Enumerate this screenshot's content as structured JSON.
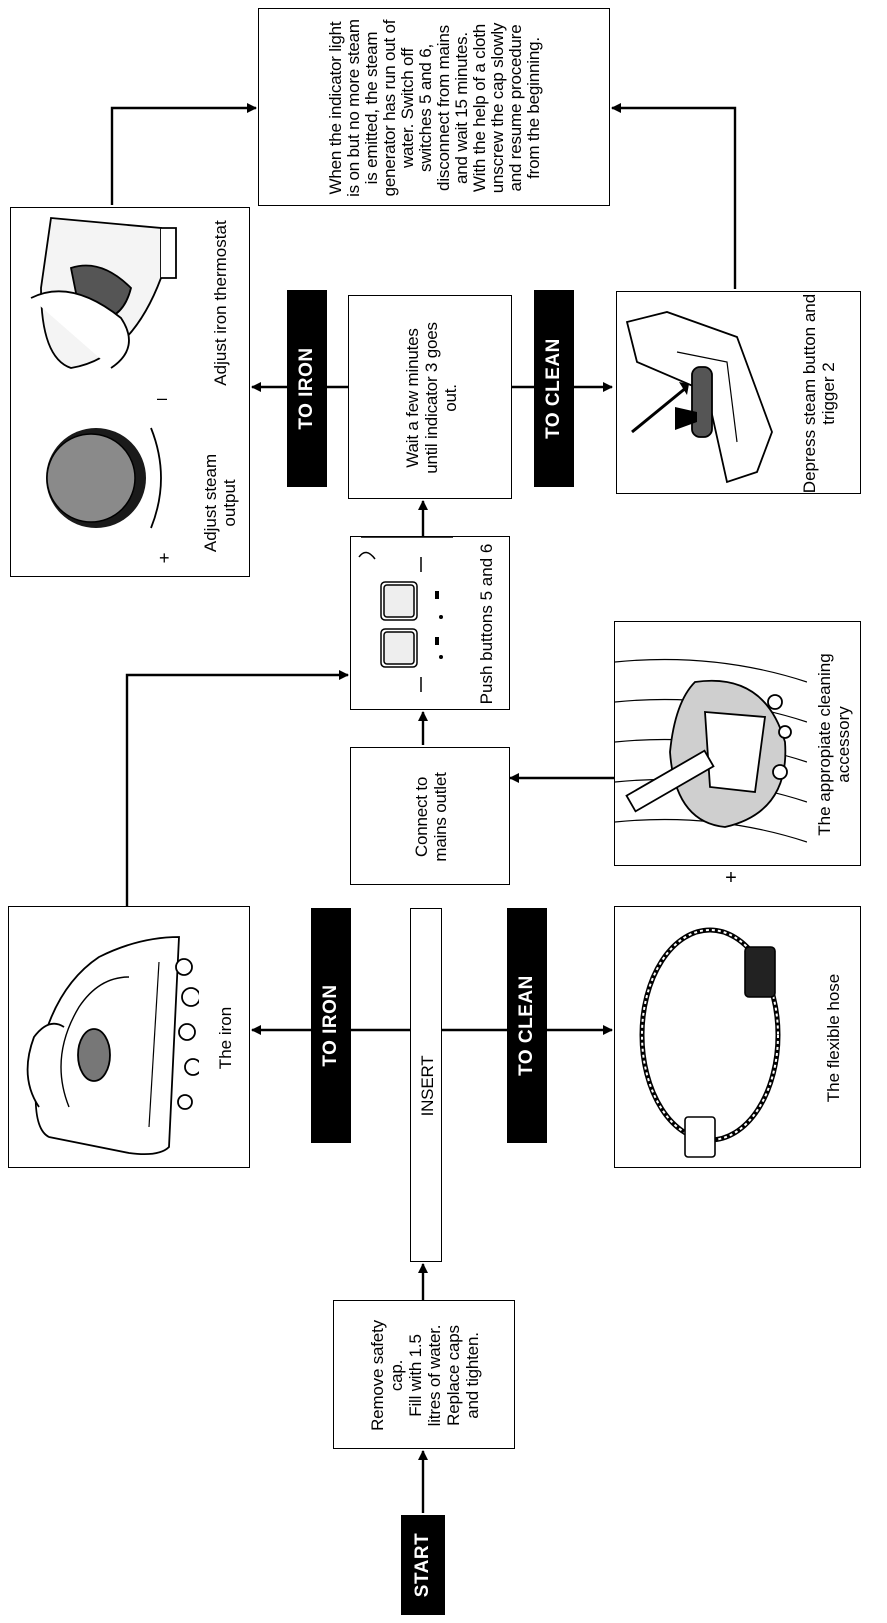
{
  "labels": {
    "start": "START",
    "to_iron_1": "TO IRON",
    "to_clean_1": "TO CLEAN",
    "to_iron_2": "TO IRON",
    "to_clean_2": "TO CLEAN"
  },
  "steps": {
    "fill": "Remove safety cap.\nFill with 1.5 litres of water.\nReplace caps and tighten.",
    "insert": "INSERT",
    "connect": "Connect to mains outlet",
    "push": "Push buttons 5 and 6",
    "wait": "Wait a few minutes until indicator 3 goes out.",
    "no_steam": "When the indicator light is on but no more steam is emitted, the steam generator has run out of water. Switch off switches 5 and 6, disconnect from mains and wait 15 minutes. With the help of a cloth unscrew the cap slowly and resume procedure from the beginning."
  },
  "captions": {
    "iron": "The iron",
    "hose": "The flexible hose",
    "accessory": "The appropiate cleaning accessory",
    "steam_output": "Adjust steam output",
    "thermostat": "Adjust iron thermostat",
    "depress": "Depress steam button and trigger 2"
  },
  "symbols": {
    "plus_join": "+",
    "dial_plus": "+",
    "dial_minus": "–"
  },
  "icons": [
    "iron-illustration",
    "hose-illustration",
    "cleaning-accessory-illustration",
    "control-panel-illustration",
    "steam-dial-illustration",
    "thermostat-illustration",
    "steam-gun-illustration"
  ]
}
